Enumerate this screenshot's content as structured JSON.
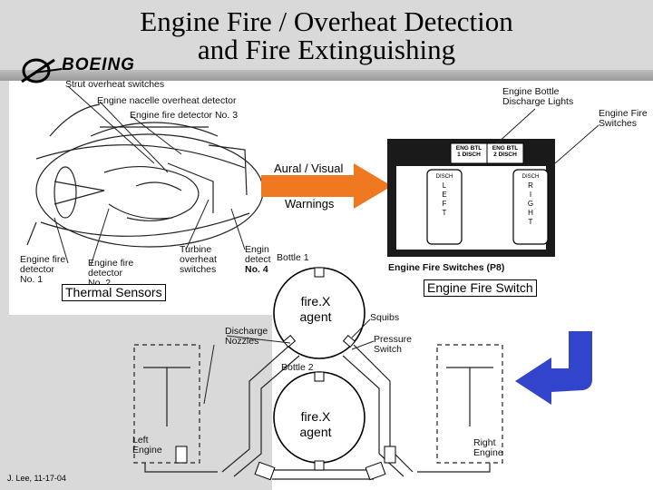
{
  "title": {
    "line1": "Engine Fire / Overheat Detection",
    "line2": "and Fire Extinguishing"
  },
  "logo": {
    "text": "BOEING",
    "icon": "boeing-logo-icon"
  },
  "engine_diagram": {
    "labels": {
      "strut": "Strut overheat switches",
      "nacelle": "Engine nacelle overheat detector",
      "detector3": "Engine fire detector No. 3",
      "turbine_l1": "Turbine",
      "turbine_l2": "overheat",
      "turbine_l3": "switches",
      "detector4_l1": "Engin",
      "detector4_l2": "detect",
      "detector4_l3": "No. 4",
      "detector1_l1": "Engine fire",
      "detector1_l2": "detector",
      "detector1_l3": "No. 1",
      "detector2_l1": "Engine fire",
      "detector2_l2": "detector",
      "detector2_l3": "No. 2"
    },
    "thermal_sensors": "Thermal Sensors"
  },
  "warnings_arrow": {
    "line1": "Aural / Visual",
    "line2": "Warnings",
    "color": "#f07820"
  },
  "switch_panel": {
    "bottle_discharge_lights_l1": "Engine Bottle",
    "bottle_discharge_lights_l2": "Discharge Lights",
    "fire_switches_l1": "Engine Fire",
    "fire_switches_l2": "Switches",
    "light1_l1": "ENG BTL",
    "light1_l2": "1 DISCH",
    "light2_l1": "ENG BTL",
    "light2_l2": "2 DISCH",
    "left_handle": [
      "DISCH",
      "L",
      "E",
      "F",
      "T"
    ],
    "right_handle": [
      "DISCH",
      "R",
      "I",
      "G",
      "H",
      "T"
    ],
    "caption": "Engine Fire Switches (P8)",
    "engine_fire_switch_label": "Engine Fire Switch"
  },
  "extinguishing": {
    "bottle1_label": "Bottle 1",
    "bottle2_label": "Bottle 2",
    "bottle1_agent_l1": "fire.X",
    "bottle1_agent_l2": "agent",
    "bottle2_agent_l1": "fire.X",
    "bottle2_agent_l2": "agent",
    "discharge_nozzles_l1": "Discharge",
    "discharge_nozzles_l2": "Nozzles",
    "squibs": "Squibs",
    "pressure_switch_l1": "Pressure",
    "pressure_switch_l2": "Switch",
    "left_engine_l1": "Left",
    "left_engine_l2": "Engine",
    "right_engine_l1": "Right",
    "right_engine_l2": "Engine"
  },
  "blue_arrow": {
    "color": "#3344cc"
  },
  "footer": "J. Lee, 11-17-04"
}
